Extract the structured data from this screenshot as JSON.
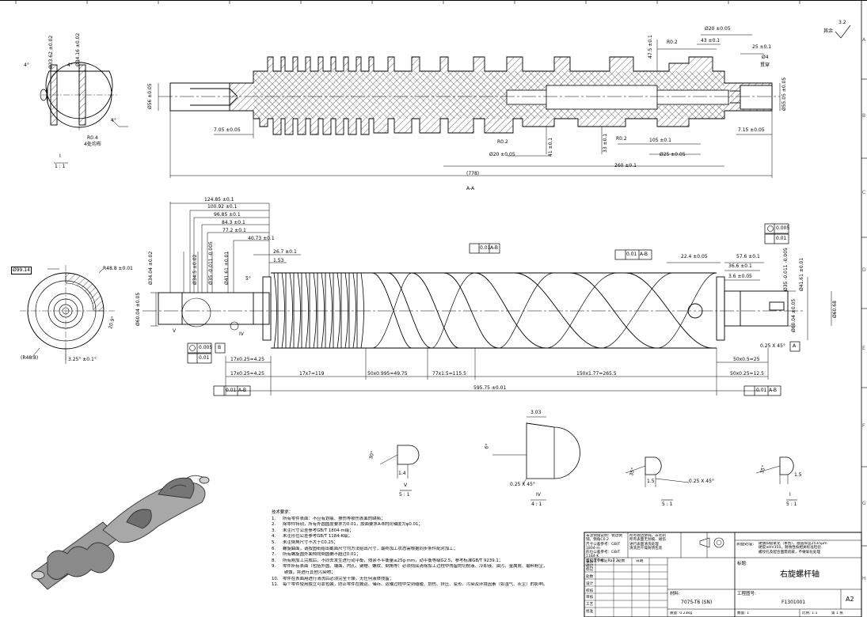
{
  "sheet": {
    "zones_right": [
      "A",
      "B",
      "C",
      "D",
      "E",
      "F",
      "G",
      "H"
    ],
    "top_tick_count": 12
  },
  "section_view": {
    "label": "A-A",
    "overall_length": "(778)",
    "dims": {
      "left_dia": "Ø56 ±0.05",
      "left_step": "7.05 ±0.05",
      "r02_a": "R0.2",
      "d20": "Ø20 ±0.05",
      "d41": "41 ±0.1",
      "d33": "33 ±0.1",
      "r02_b": "R0.2",
      "l105": "105 ±0.1",
      "d25": "Ø25 ±0.05",
      "l260": "260 ±0.1",
      "l715": "7.15 ±0.05",
      "d5505": "Ø55.05 ±0.05",
      "h475": "47.5 ±0.1",
      "r02_top": "R0.2",
      "d20_top": "Ø20 ±0.05",
      "l43": "43 ±0.1",
      "l25": "25 ±0.1",
      "hole4": "Ø4",
      "thru": "贯穿"
    }
  },
  "roughness": {
    "value": "3.2",
    "label": "其余"
  },
  "view_1": {
    "label": "I",
    "scale": "1 : 1",
    "dims": {
      "d3362": "Ø33.62 ±0.02",
      "d3416": "Ø34.16 ±0.02",
      "ang_a": "4°",
      "ang_b": "4°",
      "ang_c": "4°",
      "r04": "R0.4",
      "even": "4处均布"
    }
  },
  "main_view": {
    "dims": {
      "l12485": "124.85 ±0.1",
      "l10092": "100.92 ±0.1",
      "l9685": "96.85 ±0.1",
      "l843": "84.3 ±0.1",
      "l772": "77.2 ±0.1",
      "l4073": "40.73 ±0.1",
      "l267": "26.7 ±0.1",
      "l153": "1.53",
      "d3404": "Ø34.04 ±0.02",
      "d345": "Ø34.5 ±0.02",
      "d35tol": "Ø35 -0.011 -0.005",
      "d4161": "Ø41.61 ±0.01",
      "d6004": "Ø60.04 ±0.05",
      "ang5": "5°",
      "runout1": "0.01",
      "runout1_ref": "A-B",
      "runout2": "0.01",
      "runout2_ref": "A-B",
      "l224": "22.4 ±0.05",
      "l576": "57.6 ±0.1",
      "l366": "36.6 ±0.1",
      "l36": "3.6 ±0.05",
      "d35r": "Ø35 -0.011 -0.005",
      "d4161r": "Ø41.61 ±0.01",
      "d6004r": "Ø60.04 ±0.05",
      "d6068": "Ø60.68",
      "circ_r": "0.005",
      "runout_r": "0.01",
      "ch025": "0.25 X 45°",
      "datum_a": "A",
      "datum_b": "B",
      "circ_l": "0.005",
      "runout_l": "0.01",
      "lbl_iv": "IV",
      "lbl_v": "V",
      "p1": "17x0.25=4.25",
      "p2": "17x0.25=4.25",
      "p3": "17x7=119",
      "p4": "50x0.995=49.75",
      "p5": "77x1.5=115.5",
      "p6": "150x1.77=265.5",
      "p7": "50x0.5=25",
      "p8": "50x0.25=12.5",
      "total": "595.75 ±0.01",
      "runout_bl": "0.01",
      "runout_bl_ref": "A-B",
      "runout_br": "0.01",
      "runout_br_ref": "A-B"
    }
  },
  "end_view": {
    "dims": {
      "d9914": "Ø99.14",
      "r488_a": "R48.8 ±0.01",
      "r488_b": "(R48.8)",
      "ang5": "3.25° ±0.1°",
      "ang2": "20.9°"
    }
  },
  "detail_views": [
    {
      "label": "V",
      "scale": "5 : 1",
      "dims": [
        "30°",
        "1.4"
      ]
    },
    {
      "label": "IV",
      "scale": "4 : 1",
      "dims": [
        "3.03",
        "6°",
        "0.25 X 45°"
      ]
    },
    {
      "label": "",
      "scale": "5 : 1",
      "dims": [
        "35°",
        "1.5",
        "0.25 X 45°"
      ]
    },
    {
      "label": "I",
      "scale": "5 : 1",
      "dims": [
        "35°",
        "1.5"
      ]
    }
  ],
  "tech_notes": {
    "title": "技术要求：",
    "items": [
      {
        "n": "1.",
        "text": "所有零件表面：不应有划痕、擦伤等损伤表面的缺陷；"
      },
      {
        "n": "2.",
        "text": "除零件特别，所有外圆圆度要求为0.01，胶面要求A-B的同轴度为φ0.01；"
      },
      {
        "n": "3.",
        "text": "未注尺寸公差参考GB/T 1804-m级；"
      },
      {
        "n": "4.",
        "text": "未注形位公差参考GB/T 1184-K级；"
      },
      {
        "n": "5.",
        "text": "未注倒角尺寸不大于C0.25；"
      },
      {
        "n": "6.",
        "text": "螺旋曲面，请按图纸给出截面尺寸均方法给出尺寸，最终加工状态需根据同步条件配对加工；"
      },
      {
        "n": "7.",
        "text": "所有螺旋圆外面倾向倒圆确不超过0.01；"
      },
      {
        "n": "8.",
        "text": "所有刚加工完成后，不同去发生进行动平衡，残余不平衡量≤25g·mm，动平衡等级G2.5，参考标准GB/T 9239.1；"
      },
      {
        "n": "9.",
        "text": "零件所有表面（包括外圆、端面、内孔、键槽、螺纹、倒角等）必须彻底清除加工过程中残留的切削液、冷却液、油污、金属屑、磨料粉尘，"
      },
      {
        "n": "",
        "text": "  锈蚀，并进行其他污染物；"
      },
      {
        "n": "10.",
        "text": "零件在表面用进行清洗后必须完全干燥，无任何液体残留；"
      },
      {
        "n": "11.",
        "text": "每个零件使用独立可靠包装，防止零件在搬运、储存、运输过程中受到磕碰、划伤、挤压、变形、污染及环境因素（如湿气、灰尘）的影响。"
      }
    ]
  },
  "title_block": {
    "reqs_left": [
      "未注倒角说明：锐边倒钝，倒角C0.2",
      "尺寸公差参考：GB/T 1804-m",
      "形位公差参考：GB/T 1184-K",
      "粗糙度参考：Ra3.2"
    ],
    "reqs_mid": [
      "所有锐边倒钝，去毛刺",
      "所有表面无划痕、碰伤",
      "进行表面清洗处理",
      "清洗后干燥防锈包装"
    ],
    "surface_label": "表面处理：",
    "surface_text": [
      "硬质阳极氧化（本色），膜层厚度25±5μm",
      "硬度≥HV350，耐蚀性按相关标准检验",
      "螺纹孔及配合面需遮蔽，不做氧化处理"
    ],
    "left_rows": [
      "更改标记",
      "标记",
      "处数",
      "设计",
      "校核",
      "审核",
      "工艺",
      "批准"
    ],
    "left_heads": [
      "标记",
      "处数",
      "日期"
    ],
    "title_label": "标题:",
    "part_name": "右旋螺杆轴",
    "material_label": "材料:",
    "material": "7075-T6 (SN)",
    "drawing_no_label": "工程图号:",
    "drawing_no": "F1301001",
    "size": "A2",
    "quantity": "数量: 1",
    "scale": "比例: 1:1",
    "mass": "质量: 0.23kg",
    "sheet_no": "第 1 张"
  }
}
